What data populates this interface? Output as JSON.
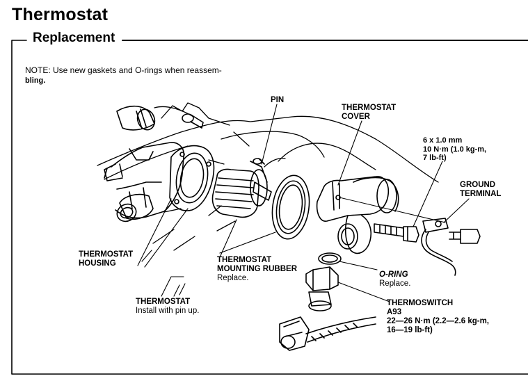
{
  "header": {
    "title": "Thermostat",
    "section": "Replacement",
    "badge_icon": "fan-icon"
  },
  "note": {
    "line1": "NOTE:  Use new gaskets and O-rings when reassem-",
    "line2": "bling."
  },
  "labels": {
    "pin": "PIN",
    "thermostat_cover": [
      "THERMOSTAT",
      "COVER"
    ],
    "bolt_spec": [
      "6 x 1.0 mm",
      "10 N·m (1.0 kg-m,",
      "7 lb-ft)"
    ],
    "ground_terminal": [
      "GROUND",
      "TERMINAL"
    ],
    "thermostat_housing": [
      "THERMOSTAT",
      "HOUSING"
    ],
    "mounting_rubber": {
      "name1": "THERMOSTAT",
      "name2": "MOUNTING RUBBER",
      "note": "Replace."
    },
    "o_ring": {
      "name": "O-RING",
      "note": "Replace."
    },
    "thermostat": {
      "name": "THERMOSTAT",
      "note": "Install with pin up."
    },
    "thermoswitch": {
      "name1": "THERMOSWITCH",
      "name2": "A93",
      "spec1": "22—26 N·m (2.2—2.6 kg-m,",
      "spec2": "16—19 lb-ft)"
    }
  }
}
